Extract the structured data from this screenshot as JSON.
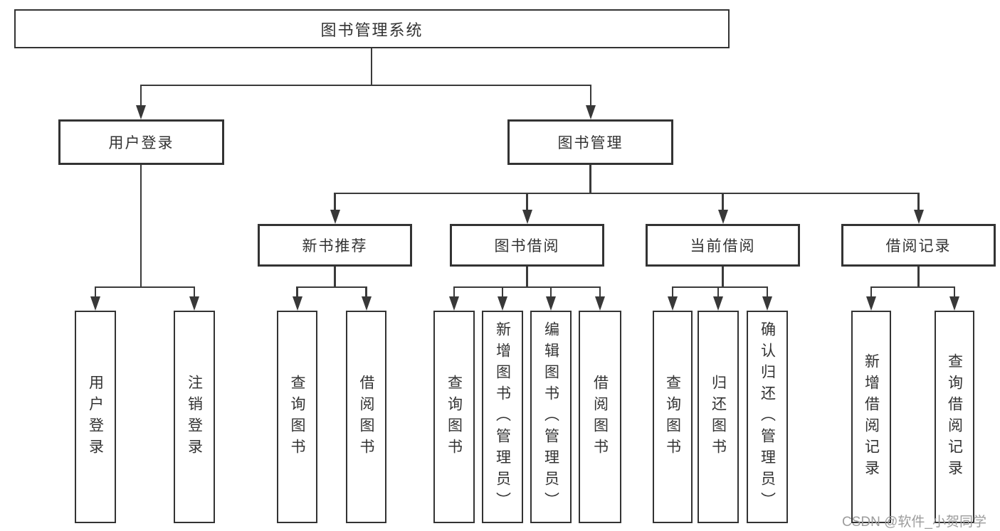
{
  "tree": {
    "label": "图书管理系统",
    "children": [
      {
        "label": "用户登录",
        "children": [
          {
            "label": "用户登录"
          },
          {
            "label": "注销登录"
          }
        ]
      },
      {
        "label": "图书管理",
        "children": [
          {
            "label": "新书推荐",
            "children": [
              {
                "label": "查询图书"
              },
              {
                "label": "借阅图书"
              }
            ]
          },
          {
            "label": "图书借阅",
            "children": [
              {
                "label": "查询图书"
              },
              {
                "label": "新增图书（管理员）"
              },
              {
                "label": "编辑图书（管理员）"
              },
              {
                "label": "借阅图书"
              }
            ]
          },
          {
            "label": "当前借阅",
            "children": [
              {
                "label": "查询图书"
              },
              {
                "label": "归还图书"
              },
              {
                "label": "确认归还（管理员）"
              }
            ]
          },
          {
            "label": "借阅记录",
            "children": [
              {
                "label": "新增借阅记录"
              },
              {
                "label": "查询借阅记录"
              }
            ]
          }
        ]
      }
    ]
  },
  "watermark": "CSDN @软件_小贺同学",
  "colors": {
    "line": "#3a3a3a",
    "border": "#333333",
    "text": "#333333",
    "background": "#ffffff",
    "watermark": "#9c9c9c"
  }
}
